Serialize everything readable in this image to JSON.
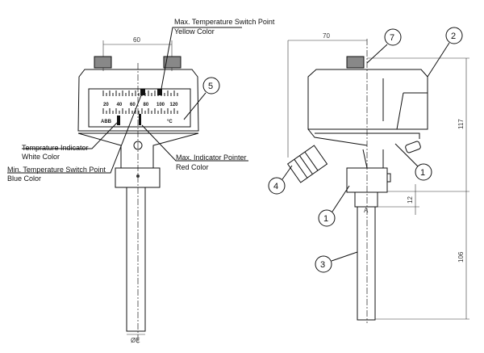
{
  "left_view": {
    "dim_width": "60",
    "scale_labels": [
      "20",
      "40",
      "60",
      "80",
      "100",
      "120"
    ],
    "brand": "ABB",
    "unit": "°C",
    "diameter_label": "ØE",
    "annotations": {
      "max_switch_title": "Max. Temperature Switch Point",
      "max_switch_color": "Yellow Color",
      "indicator_title": "Temprature Indicator",
      "indicator_color": "White Color",
      "max_pointer_title": "Max. Indicator Pointer",
      "max_pointer_color": "Red Color",
      "min_switch_title": "Min. Temperature Switch Point",
      "min_switch_color": "Blue Color"
    },
    "callout_5": "5"
  },
  "right_view": {
    "dim_width": "70",
    "dim_height_head": "117",
    "dim_thread": "12",
    "dim_stem": "106",
    "thread_label": "A",
    "callouts": [
      "7",
      "2",
      "1",
      "4",
      "1",
      "3"
    ]
  }
}
